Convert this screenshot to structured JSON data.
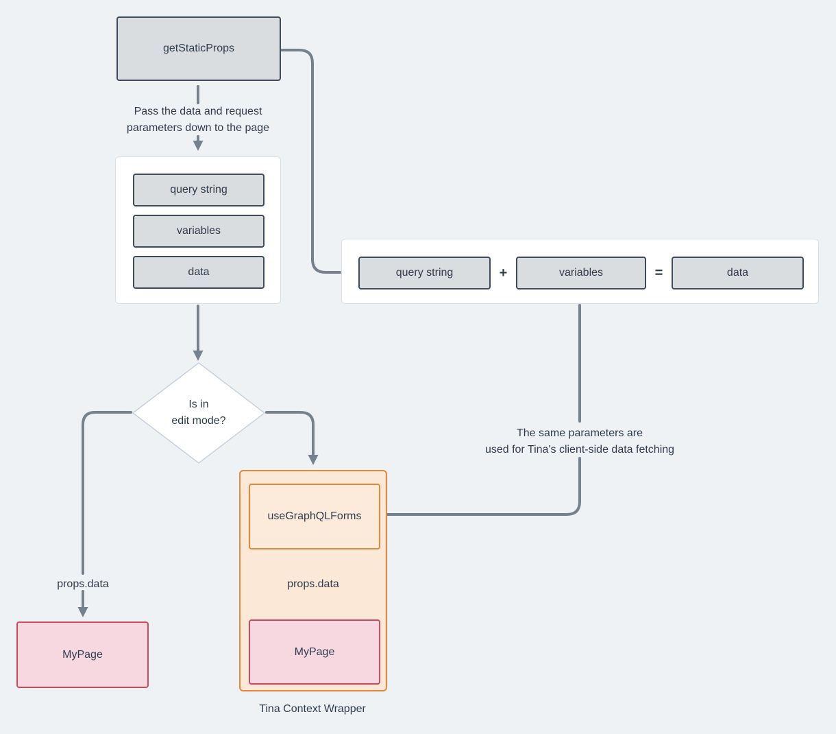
{
  "colors": {
    "background": "#eef2f5",
    "node_fill": "#d9dde0",
    "node_border": "#3e4b5c",
    "text": "#2f3c4e",
    "connector": "#76818e",
    "container_fill": "#ffffff",
    "container_border": "#d9dfe5",
    "diamond_border": "#c8d1db",
    "orange_fill": "#fbe8d6",
    "orange_inner_fill": "#fceadb",
    "orange_border": "#e8873c",
    "pink_fill": "#f7d8e0",
    "pink_border": "#ce4a5f"
  },
  "nodes": {
    "get_static_props": "getStaticProps",
    "request_params": [
      "query string",
      "variables",
      "data"
    ],
    "equation": {
      "operand1": "query string",
      "operator_plus": "+",
      "operand2": "variables",
      "operator_equals": "=",
      "result": "data"
    },
    "decision": {
      "line1": "Is in",
      "line2": "edit mode?"
    },
    "my_page_static": "MyPage",
    "use_graphql_forms": "useGraphQLForms",
    "my_page_edit": "MyPage",
    "tina_wrapper_label": "Tina Context Wrapper"
  },
  "annotations": {
    "pass_data_line1": "Pass the data and request",
    "pass_data_line2": "parameters down to the page",
    "same_params_line1": "The same parameters are",
    "same_params_line2": "used for Tina's client-side data fetching",
    "props_data_left": "props.data",
    "props_data_right": "props.data"
  }
}
